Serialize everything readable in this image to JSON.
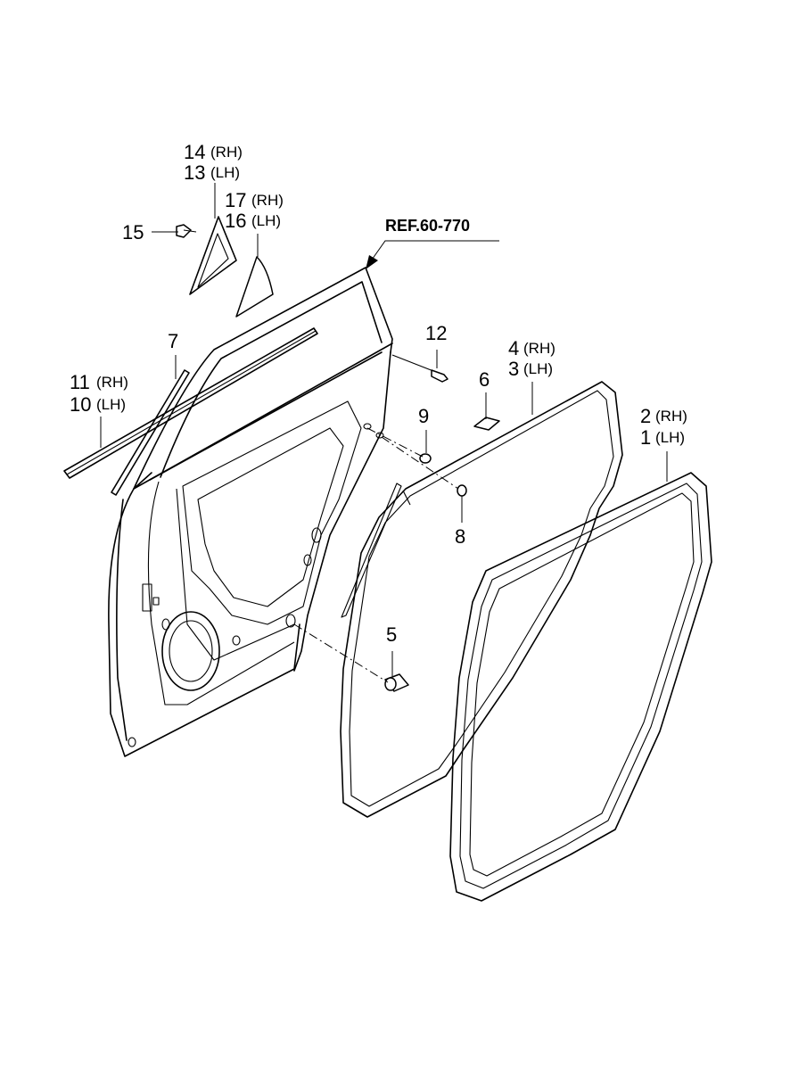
{
  "reference": "REF.60-770",
  "callouts": {
    "c1": {
      "num": "1",
      "side": "(LH)"
    },
    "c2": {
      "num": "2",
      "side": "(RH)"
    },
    "c3": {
      "num": "3",
      "side": "(LH)"
    },
    "c4": {
      "num": "4",
      "side": "(RH)"
    },
    "c5": {
      "num": "5"
    },
    "c6": {
      "num": "6"
    },
    "c7": {
      "num": "7"
    },
    "c8": {
      "num": "8"
    },
    "c9": {
      "num": "9"
    },
    "c10": {
      "num": "10",
      "side": "(LH)"
    },
    "c11": {
      "num": "11",
      "side": "(RH)"
    },
    "c12": {
      "num": "12"
    },
    "c13": {
      "num": "13",
      "side": "(LH)"
    },
    "c14": {
      "num": "14",
      "side": "(RH)"
    },
    "c15": {
      "num": "15"
    },
    "c16": {
      "num": "16",
      "side": "(LH)"
    },
    "c17": {
      "num": "17",
      "side": "(RH)"
    }
  }
}
